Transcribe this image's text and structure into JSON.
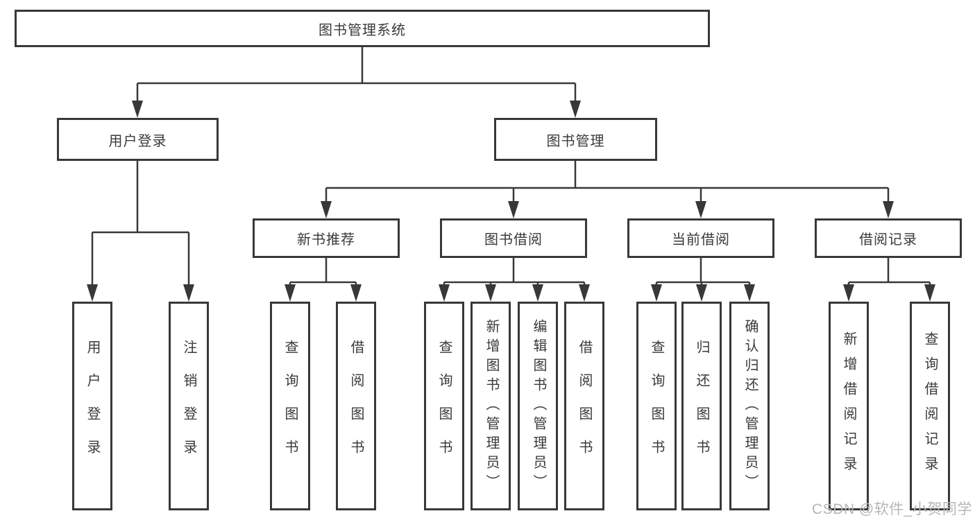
{
  "tree": {
    "root": {
      "label": "图书管理系统"
    },
    "branches": [
      {
        "label": "用户登录",
        "children": [
          {
            "label": "用户登录"
          },
          {
            "label": "注销登录"
          }
        ]
      },
      {
        "label": "图书管理",
        "children": [
          {
            "label": "新书推荐",
            "children": [
              {
                "label": "查询图书"
              },
              {
                "label": "借阅图书"
              }
            ]
          },
          {
            "label": "图书借阅",
            "children": [
              {
                "label": "查询图书"
              },
              {
                "label": "新增图书（管理员）"
              },
              {
                "label": "编辑图书（管理员）"
              },
              {
                "label": "借阅图书"
              }
            ]
          },
          {
            "label": "当前借阅",
            "children": [
              {
                "label": "查询图书"
              },
              {
                "label": "归还图书"
              },
              {
                "label": "确认归还（管理员）"
              }
            ]
          },
          {
            "label": "借阅记录",
            "children": [
              {
                "label": "新增借阅记录"
              },
              {
                "label": "查询借阅记录"
              }
            ]
          }
        ]
      }
    ]
  },
  "watermark": {
    "text": "CSDN @软件_小贺同学"
  },
  "colors": {
    "line": "#383838",
    "text": "#3a3a3a",
    "box_background": "#ffffff",
    "watermark": "#b6b6b6"
  }
}
